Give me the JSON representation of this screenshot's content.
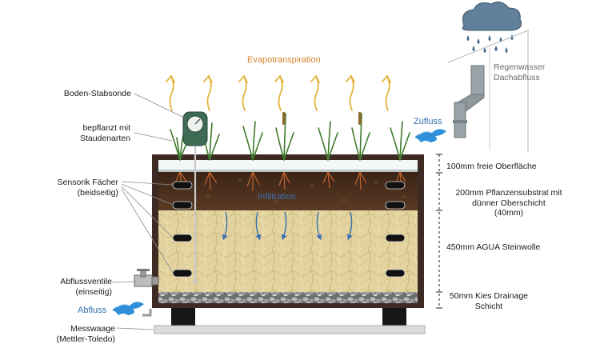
{
  "labels": {
    "evapotranspiration": "Evapotranspiration",
    "infiltration": "Infiltration",
    "inflow": "Zufluss",
    "outflow": "Abfluss",
    "roof_runoff_line1": "Regenwasser",
    "roof_runoff_line2": "Dachabfluss",
    "soil_probe": "Boden-Stabsonde",
    "planted_line1": "bepflanzt mit",
    "planted_line2": "Staudenarten",
    "sensor_line1": "Sensorik Fächer",
    "sensor_line2": "(beidseitig)",
    "valve_line1": "Abflussventile",
    "valve_line2": "(einseitig)",
    "scale_line1": "Messwaage",
    "scale_line2": "(Mettler-Toledo)"
  },
  "layers": [
    {
      "line1": "100mm freie Oberfläche",
      "line2": "",
      "line3": ""
    },
    {
      "line1": "200mm Pflanzensubstrat mit",
      "line2": "dünner Oberschicht",
      "line3": "(40mm)"
    },
    {
      "line1": "450mm AGUA Steinwolle",
      "line2": "",
      "line3": ""
    },
    {
      "line1": "50mm Kies Drainage",
      "line2": "Schicht",
      "line3": ""
    }
  ],
  "colors": {
    "evapo_text": "#d9822b",
    "evapo_arrow": "#e2b43c",
    "infiltration_text": "#3a6fb0",
    "water": "#2f8fd8",
    "frame": "#3d2b23",
    "soil": "#4a2e1d",
    "wool": "#e0cf98",
    "gravel": "#8a8a8a",
    "cloud": "#5f7f9a",
    "rain": "#3f6a8e",
    "pipe": "#9aa3a8"
  },
  "icons": [
    "cloud-icon",
    "soil-probe-icon",
    "water-splash-icon",
    "drain-pipe-icon",
    "valve-icon"
  ]
}
